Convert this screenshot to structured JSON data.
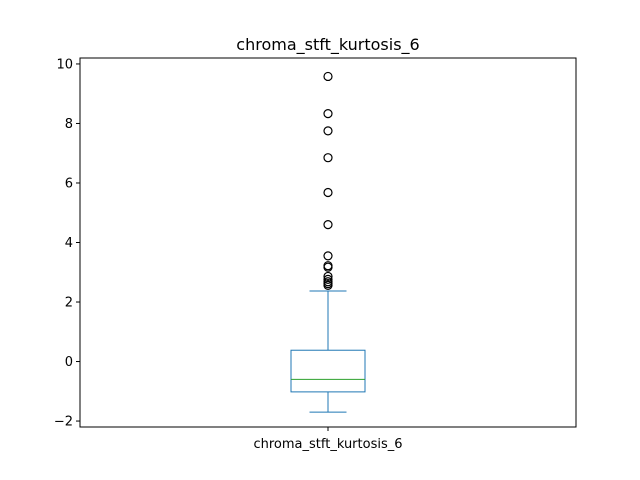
{
  "chart_data": {
    "type": "box",
    "title": "chroma_stft_kurtosis_6",
    "xlabel": "",
    "ylabel": "",
    "categories": [
      "chroma_stft_kurtosis_6"
    ],
    "ylim": [
      -2.2,
      10.2
    ],
    "yticks": [
      -2,
      0,
      2,
      4,
      6,
      8,
      10
    ],
    "ytick_labels": [
      "−2",
      "0",
      "2",
      "4",
      "6",
      "8",
      "10"
    ],
    "grid": false,
    "boxes": [
      {
        "name": "chroma_stft_kurtosis_6",
        "whisker_low": -1.7,
        "q1": -1.02,
        "median": -0.6,
        "q3": 0.38,
        "whisker_high": 2.37,
        "outliers": [
          2.56,
          2.62,
          2.68,
          2.76,
          2.86,
          3.17,
          3.22,
          3.55,
          4.6,
          5.68,
          6.85,
          7.75,
          8.33,
          9.58
        ]
      }
    ],
    "colors": {
      "box": "#1f77b4",
      "median": "#2ca02c",
      "outlier": "#000000",
      "axes": "#000000"
    }
  }
}
